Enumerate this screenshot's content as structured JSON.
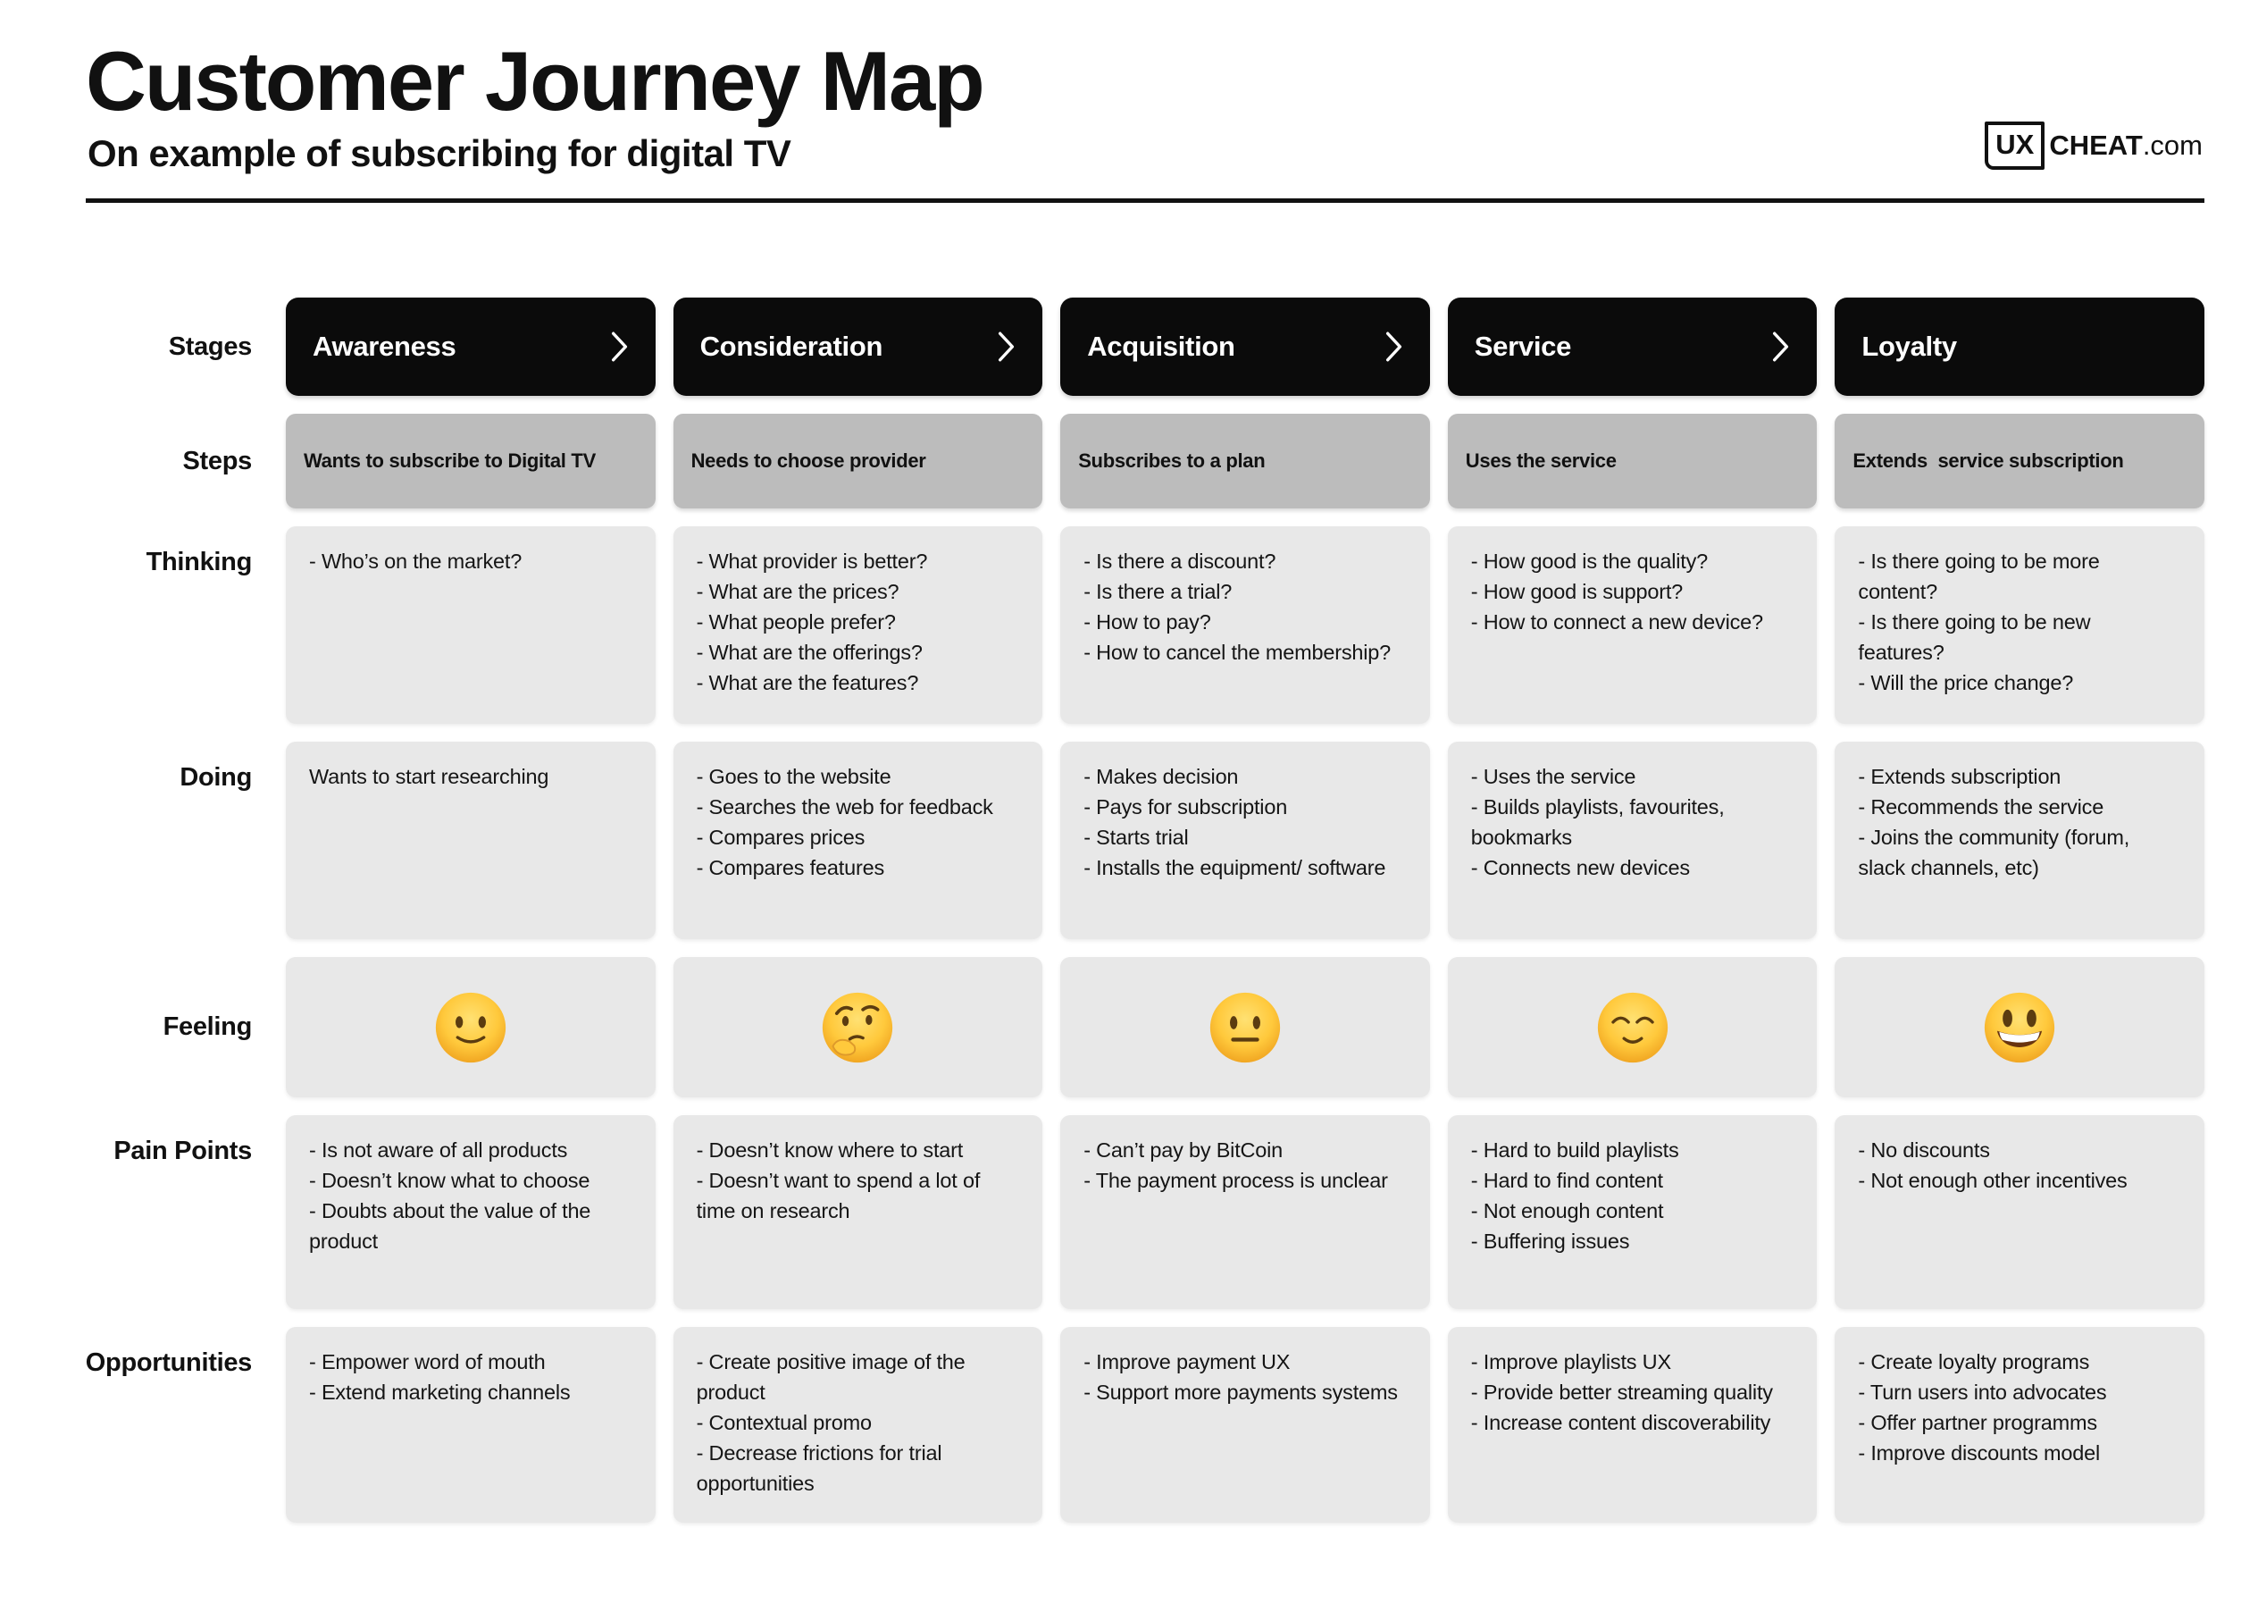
{
  "header": {
    "title": "Customer Journey Map",
    "subtitle": "On example of subscribing for digital TV",
    "logo": {
      "ux": "UX",
      "cheat": "CHEAT",
      "com": ".com"
    }
  },
  "row_labels": {
    "stages": "Stages",
    "steps": "Steps",
    "thinking": "Thinking",
    "doing": "Doing",
    "feeling": "Feeling",
    "pain_points": "Pain Points",
    "opportunities": "Opportunities"
  },
  "stages": [
    {
      "name": "Awareness",
      "step": "Wants to subscribe to Digital TV",
      "thinking": [
        "- Who’s on the market?"
      ],
      "doing": [
        "Wants to start researching"
      ],
      "feeling": {
        "emoji": "🙂",
        "name": "slightly-smiling-face"
      },
      "pain_points": [
        "- Is not aware of all products",
        "- Doesn’t know what to choose",
        "- Doubts about the value of the product"
      ],
      "opportunities": [
        "- Empower word of mouth",
        "- Extend marketing channels"
      ]
    },
    {
      "name": "Consideration",
      "step": "Needs to choose provider",
      "thinking": [
        "- What provider is better?",
        "- What are the prices?",
        "- What people prefer?",
        "- What are the offerings?",
        "- What are the features?"
      ],
      "doing": [
        "- Goes to the website",
        "- Searches the web for feedback",
        "- Compares prices",
        "- Compares features"
      ],
      "feeling": {
        "emoji": "🤔",
        "name": "thinking-face"
      },
      "pain_points": [
        "- Doesn’t know where to start",
        "- Doesn’t want to spend a lot of time on research"
      ],
      "opportunities": [
        "- Create positive image of the product",
        "- Contextual promo",
        "- Decrease frictions for trial opportunities"
      ]
    },
    {
      "name": "Acquisition",
      "step": "Subscribes to a plan",
      "thinking": [
        "- Is there a discount?",
        "- Is there a trial?",
        "- How to pay?",
        "- How to cancel the membership?"
      ],
      "doing": [
        "- Makes decision",
        "- Pays for subscription",
        "- Starts trial",
        "- Installs the equipment/ software"
      ],
      "feeling": {
        "emoji": "😐",
        "name": "neutral-face"
      },
      "pain_points": [
        "- Can’t pay by BitCoin",
        "- The payment process is unclear"
      ],
      "opportunities": [
        "- Improve payment UX",
        "- Support more payments systems"
      ]
    },
    {
      "name": "Service",
      "step": "Uses the service",
      "thinking": [
        "- How good is the quality?",
        "- How good is support?",
        "- How to connect a new device?"
      ],
      "doing": [
        "- Uses the service",
        "- Builds playlists, favourites, bookmarks",
        "- Connects new devices"
      ],
      "feeling": {
        "emoji": "😌",
        "name": "relieved-face"
      },
      "pain_points": [
        "- Hard to build playlists",
        "- Hard to find content",
        "- Not enough content",
        "- Buffering issues"
      ],
      "opportunities": [
        "- Improve playlists UX",
        "- Provide better streaming quality",
        "- Increase content discoverability"
      ]
    },
    {
      "name": "Loyalty",
      "step": "Extends  service subscription",
      "thinking": [
        "- Is there going to be more content?",
        "- Is there going to be new features?",
        "- Will the price change?"
      ],
      "doing": [
        "- Extends subscription",
        "- Recommends the service",
        "- Joins the community (forum, slack channels, etc)"
      ],
      "feeling": {
        "emoji": "😃",
        "name": "grinning-face-with-big-eyes"
      },
      "pain_points": [
        "- No discounts",
        "- Not enough other incentives"
      ],
      "opportunities": [
        "- Create loyalty programs",
        "- Turn users into advocates",
        "- Offer partner programms",
        "- Improve discounts model"
      ]
    }
  ]
}
